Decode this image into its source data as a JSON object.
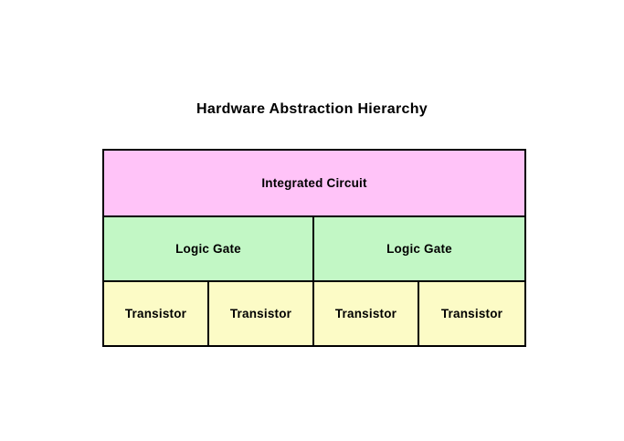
{
  "diagram": {
    "title": "Hardware Abstraction Hierarchy",
    "levels": [
      {
        "name": "integrated-circuit-level",
        "nodes": [
          {
            "label": "Integrated Circuit"
          }
        ]
      },
      {
        "name": "logic-gate-level",
        "nodes": [
          {
            "label": "Logic Gate"
          },
          {
            "label": "Logic Gate"
          }
        ]
      },
      {
        "name": "transistor-level",
        "nodes": [
          {
            "label": "Transistor"
          },
          {
            "label": "Transistor"
          },
          {
            "label": "Transistor"
          },
          {
            "label": "Transistor"
          }
        ]
      }
    ]
  },
  "colors": {
    "integrated_circuit_fill": "#ffc3f8",
    "logic_gate_fill": "#c2f7c5",
    "transistor_fill": "#fcfbc6",
    "border": "#000000",
    "text": "#000000",
    "background": "#ffffff"
  }
}
